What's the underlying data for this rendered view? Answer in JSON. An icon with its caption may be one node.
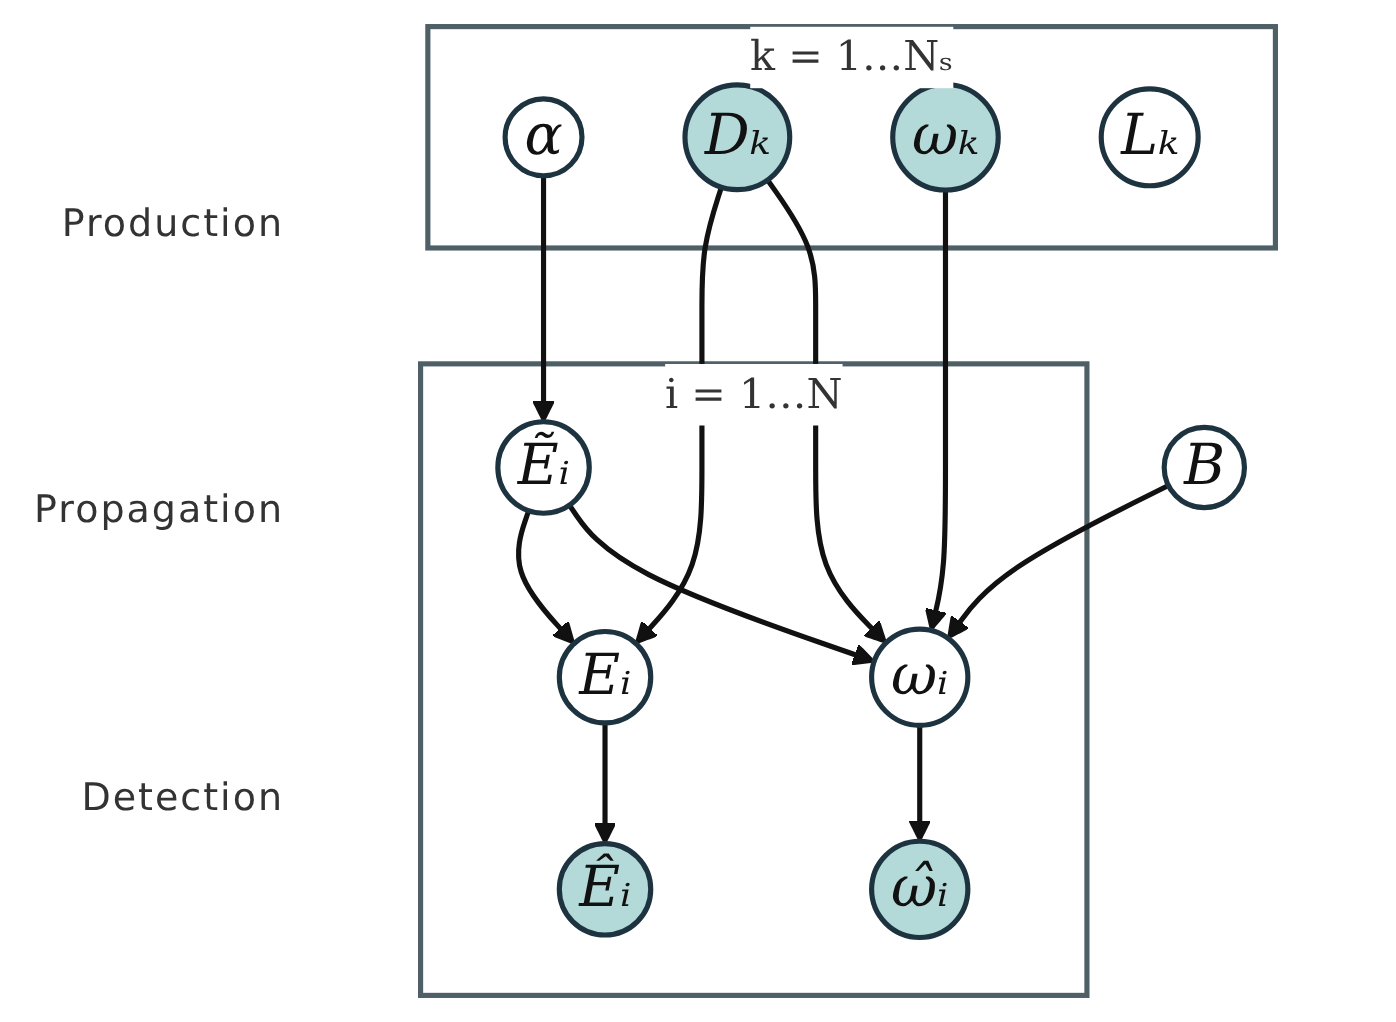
{
  "diagram": {
    "nodes": [
      {
        "text": [
          "k = 1…Nₛ"
        ]
      },
      {
        "text": [
          "α"
        ],
        "in": 0
      },
      {
        "text": [
          "Dₖ"
        ],
        "in": 0
      },
      {
        "text": [
          "ωₖ"
        ],
        "in": 0
      },
      {
        "text": [
          "Lₖ"
        ],
        "in": 0
      },
      {
        "text": [
          "B"
        ]
      },
      {
        "text": [
          "i = 1…N"
        ]
      },
      {
        "text": [
          "Ẽᵢ"
        ],
        "in": 6
      },
      {
        "text": [
          "Eᵢ"
        ],
        "in": 6
      },
      {
        "text": [
          "ωᵢ"
        ],
        "in": 6
      },
      {
        "text": [
          "Êᵢ"
        ],
        "in": 6
      },
      {
        "text": [
          "ω̂ᵢ"
        ],
        "in": 6
      }
    ],
    "edges": [
      {
        "from": 1,
        "to": 7,
        "arrow": "to"
      },
      {
        "from": 2,
        "to": 8,
        "arrow": "to"
      },
      {
        "from": 2,
        "to": 9,
        "arrow": "to"
      },
      {
        "from": 3,
        "to": 9,
        "arrow": "to"
      },
      {
        "from": 5,
        "to": 9,
        "arrow": "to"
      },
      {
        "from": 7,
        "to": 8,
        "arrow": "to"
      },
      {
        "from": 7,
        "to": 9,
        "arrow": "to"
      },
      {
        "from": 8,
        "to": 10,
        "arrow": "to"
      },
      {
        "from": 9,
        "to": 11,
        "arrow": "to"
      }
    ],
    "labels": [
      "Production",
      "Propagation",
      "Detection"
    ]
  }
}
